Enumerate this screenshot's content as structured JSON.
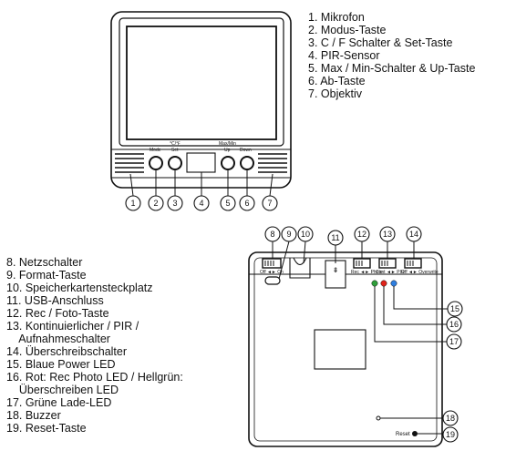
{
  "front_view": {
    "button_labels": {
      "mode": "Mode",
      "cf": "℃/℉",
      "set": "Set",
      "maxmin": "Max/Min",
      "up": "Up",
      "down": "Down"
    },
    "callouts": [
      "1",
      "2",
      "3",
      "4",
      "5",
      "6",
      "7"
    ]
  },
  "legend_top": [
    "1. Mikrofon",
    "2. Modus-Taste",
    "3. C / F Schalter & Set-Taste",
    "4. PIR-Sensor",
    "5. Max / Min-Schalter & Up-Taste",
    "6. Ab-Taste",
    "7. Objektiv"
  ],
  "back_view": {
    "switch_labels": {
      "power": "Off ◄► On",
      "photo": "Rec ◄► Photo",
      "mode": "Cont ◄► PIR",
      "overwrite": "Off ◄► Overwrite"
    },
    "reset_label": "Reset",
    "callouts": [
      "8",
      "9",
      "10",
      "11",
      "12",
      "13",
      "14",
      "15",
      "16",
      "17",
      "18",
      "19"
    ]
  },
  "legend_bottom": [
    "8. Netzschalter",
    "9. Format-Taste",
    "10. Speicherkartensteckplatz",
    "11. USB-Anschluss",
    "12. Rec / Foto-Taste",
    "13. Kontinuierlicher / PIR /",
    "    Aufnahmeschalter",
    "14. Überschreibschalter",
    "15. Blaue Power LED",
    "16. Rot: Rec Photo LED / Hellgrün:",
    "    Überschreiben LED",
    "17. Grüne Lade-LED",
    "18. Buzzer",
    "19. Reset-Taste"
  ],
  "colors": {
    "led_green": "#2e9e3a",
    "led_red": "#e0241b",
    "led_blue": "#2f7fe0"
  }
}
